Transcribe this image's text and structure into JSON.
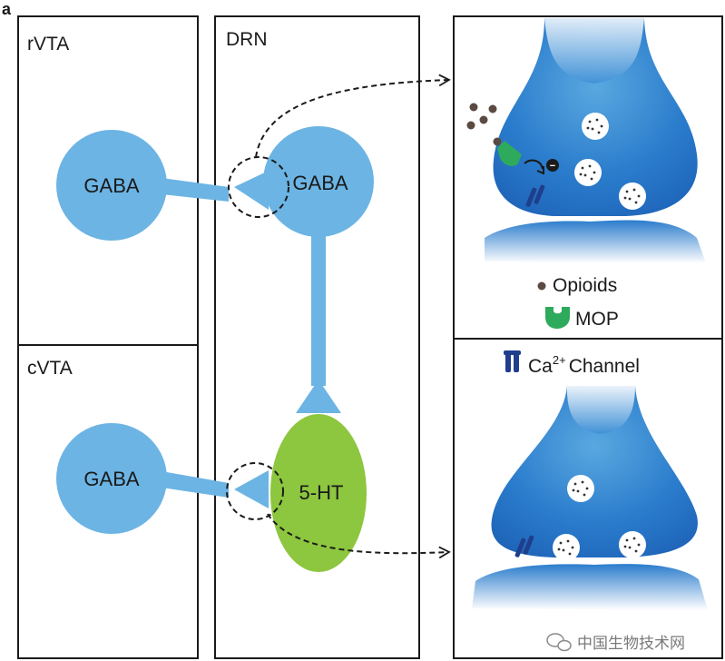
{
  "figure_letter": "a",
  "panels": {
    "rvta": {
      "label": "rVTA",
      "neuron": "GABA"
    },
    "cvta": {
      "label": "cVTA",
      "neuron": "GABA"
    },
    "drn": {
      "label": "DRN",
      "neuron_gaba": "GABA",
      "neuron_5ht": "5-HT"
    }
  },
  "legend": {
    "opioids": "Opioids",
    "mop": "MOP",
    "ca_channel_prefix": "Ca",
    "ca_channel_superscript": "2+",
    "ca_channel_suffix": "Channel"
  },
  "inhibition_sign": "−",
  "watermark": "中国生物技术网",
  "colors": {
    "gaba_blue": "#6cb4e4",
    "serotonin_green": "#8dc63f",
    "mop_green": "#2eaa5c",
    "channel_navy": "#1f3e8c",
    "opioid_brown": "#5b4a42"
  }
}
